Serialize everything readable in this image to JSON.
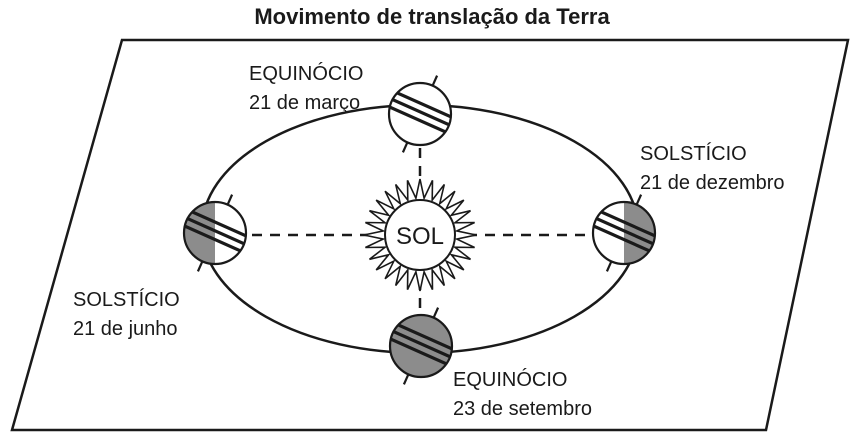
{
  "title": "Movimento de translação da Terra",
  "sun_label": "SOL",
  "positions": {
    "march": {
      "event": "EQUINÓCIO",
      "date": "21 de março",
      "hemisphere_shading": "none"
    },
    "december": {
      "event": "SOLSTÍCIO",
      "date": "21 de dezembro",
      "hemisphere_shading": "right"
    },
    "june": {
      "event": "SOLSTÍCIO",
      "date": "21 de junho",
      "hemisphere_shading": "left"
    },
    "september": {
      "event": "EQUINÓCIO",
      "date": "23 de setembro",
      "hemisphere_shading": "full"
    }
  },
  "colors": {
    "stroke": "#1a1a1a",
    "shade": "#8c8c8c",
    "background": "#ffffff"
  }
}
